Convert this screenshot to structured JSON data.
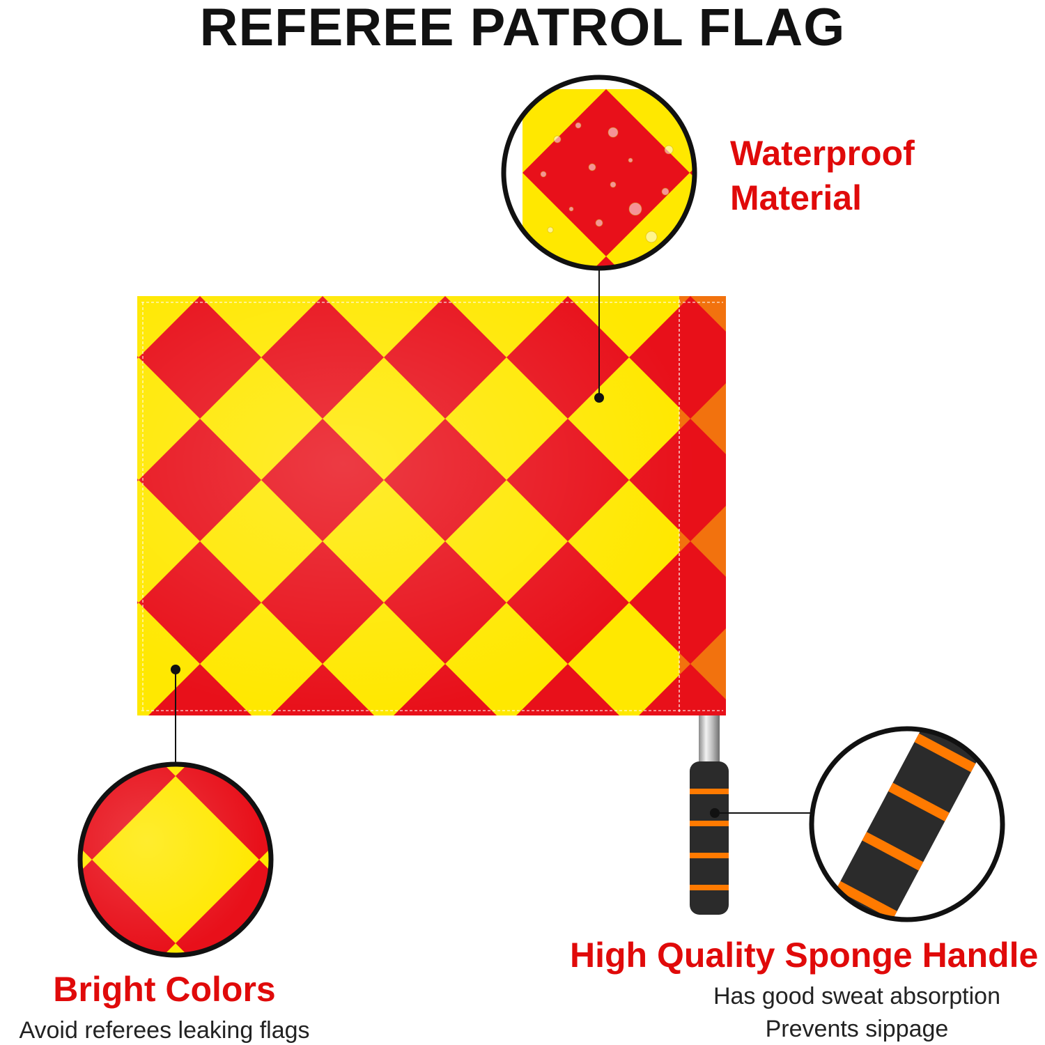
{
  "title": "REFEREE PATROL FLAG",
  "colors": {
    "flag_red": "#e8101a",
    "flag_yellow": "#ffe800",
    "label_red": "#e00a0a",
    "handle_black": "#2b2b2b",
    "handle_orange": "#ff7a00"
  },
  "callouts": {
    "waterproof": {
      "title_line1": "Waterproof",
      "title_line2": "Material",
      "icon": "water-droplets-icon"
    },
    "bright_colors": {
      "title": "Bright Colors",
      "subtitle": "Avoid referees leaking flags"
    },
    "sponge_handle": {
      "title": "High Quality Sponge Handle",
      "subtitle_line1": "Has good sweat absorption",
      "subtitle_line2": "Prevents sippage"
    }
  }
}
